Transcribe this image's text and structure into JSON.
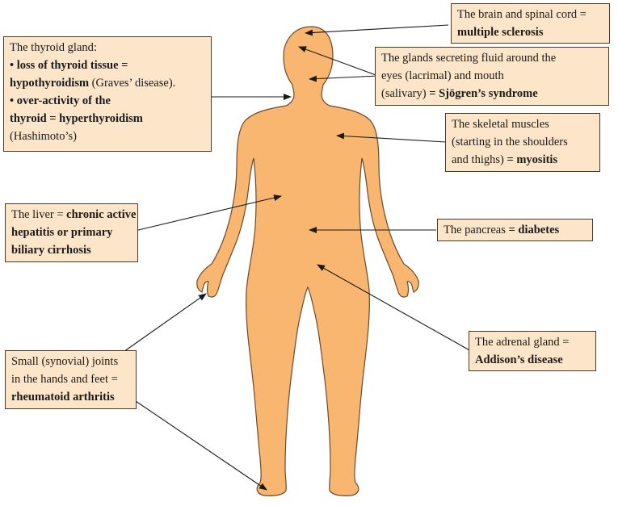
{
  "colors": {
    "body_fill": "#f8b670",
    "body_outline": "#6b4a2b",
    "label_fill": "#fde5c9",
    "label_border": "#4a3a2a",
    "arrow": "#1a1a1a"
  },
  "labels": {
    "brain": {
      "text": "The brain and spinal cord =",
      "bold": "multiple sclerosis"
    },
    "thyroid": {
      "title": "The thyroid gland:",
      "b1_bold": "• loss of thyroid tissue =",
      "b1_bold_2": "hypothyroidism",
      "b1_rest": " (Graves’ disease).",
      "b2_bold": "• over-activity of the",
      "b2_bold_2": "thyroid = hyperthyroidism",
      "b2_rest": "(Hashimoto’s)"
    },
    "glands": {
      "line1": "The glands secreting fluid around the",
      "line2": "eyes (lacrimal) and mouth",
      "line3": "(salivary) ",
      "bold": "= Sjögren’s syndrome"
    },
    "muscles": {
      "line1": "The skeletal muscles",
      "line2": "(starting in the shoulders",
      "line3": "and thighs) ",
      "bold": "= myositis"
    },
    "liver": {
      "text": "The liver = ",
      "bold1": "chronic active",
      "bold2": "hepatitis or primary",
      "bold3": "biliary cirrhosis"
    },
    "pancreas": {
      "text": "The pancreas ",
      "bold": "= diabetes"
    },
    "adrenal": {
      "text": "The adrenal gland =",
      "bold": "Addison’s disease"
    },
    "joints": {
      "line1": "Small (synovial) joints",
      "line2": "in the hands and feet =",
      "bold": "rheumatoid arthritis"
    }
  }
}
